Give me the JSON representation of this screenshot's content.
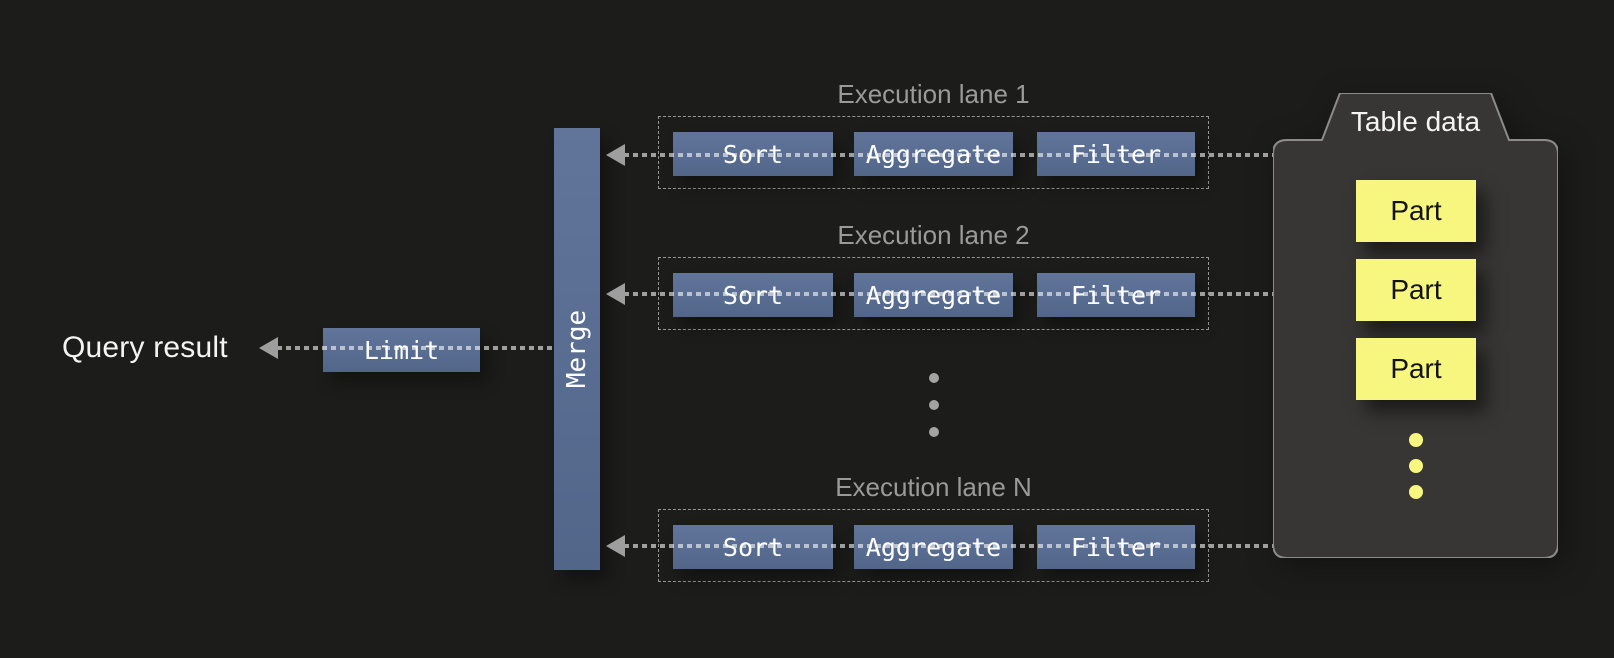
{
  "colors": {
    "background": "#1c1c1b",
    "node-blue": "#5a6e93",
    "node-blue-light": "#61759b",
    "node-blue-dark": "#52668a",
    "part-yellow": "#f7f77f",
    "container-fill": "#373634",
    "container-border": "#8b8b87",
    "muted-text": "#9a9a9a",
    "arrow-gray": "#9e9e9e",
    "label-white": "#f4f4f2",
    "part-text": "#121212"
  },
  "diagram": {
    "query_result_label": "Query result",
    "limit_node": "Limit",
    "merge_node": "Merge",
    "lanes": [
      {
        "title": "Execution lane 1",
        "operators": [
          "Sort",
          "Aggregate",
          "Filter"
        ]
      },
      {
        "title": "Execution lane 2",
        "operators": [
          "Sort",
          "Aggregate",
          "Filter"
        ]
      },
      {
        "title": "Execution lane N",
        "operators": [
          "Sort",
          "Aggregate",
          "Filter"
        ]
      }
    ],
    "table_data": {
      "title": "Table data",
      "parts": [
        "Part",
        "Part",
        "Part"
      ]
    }
  }
}
